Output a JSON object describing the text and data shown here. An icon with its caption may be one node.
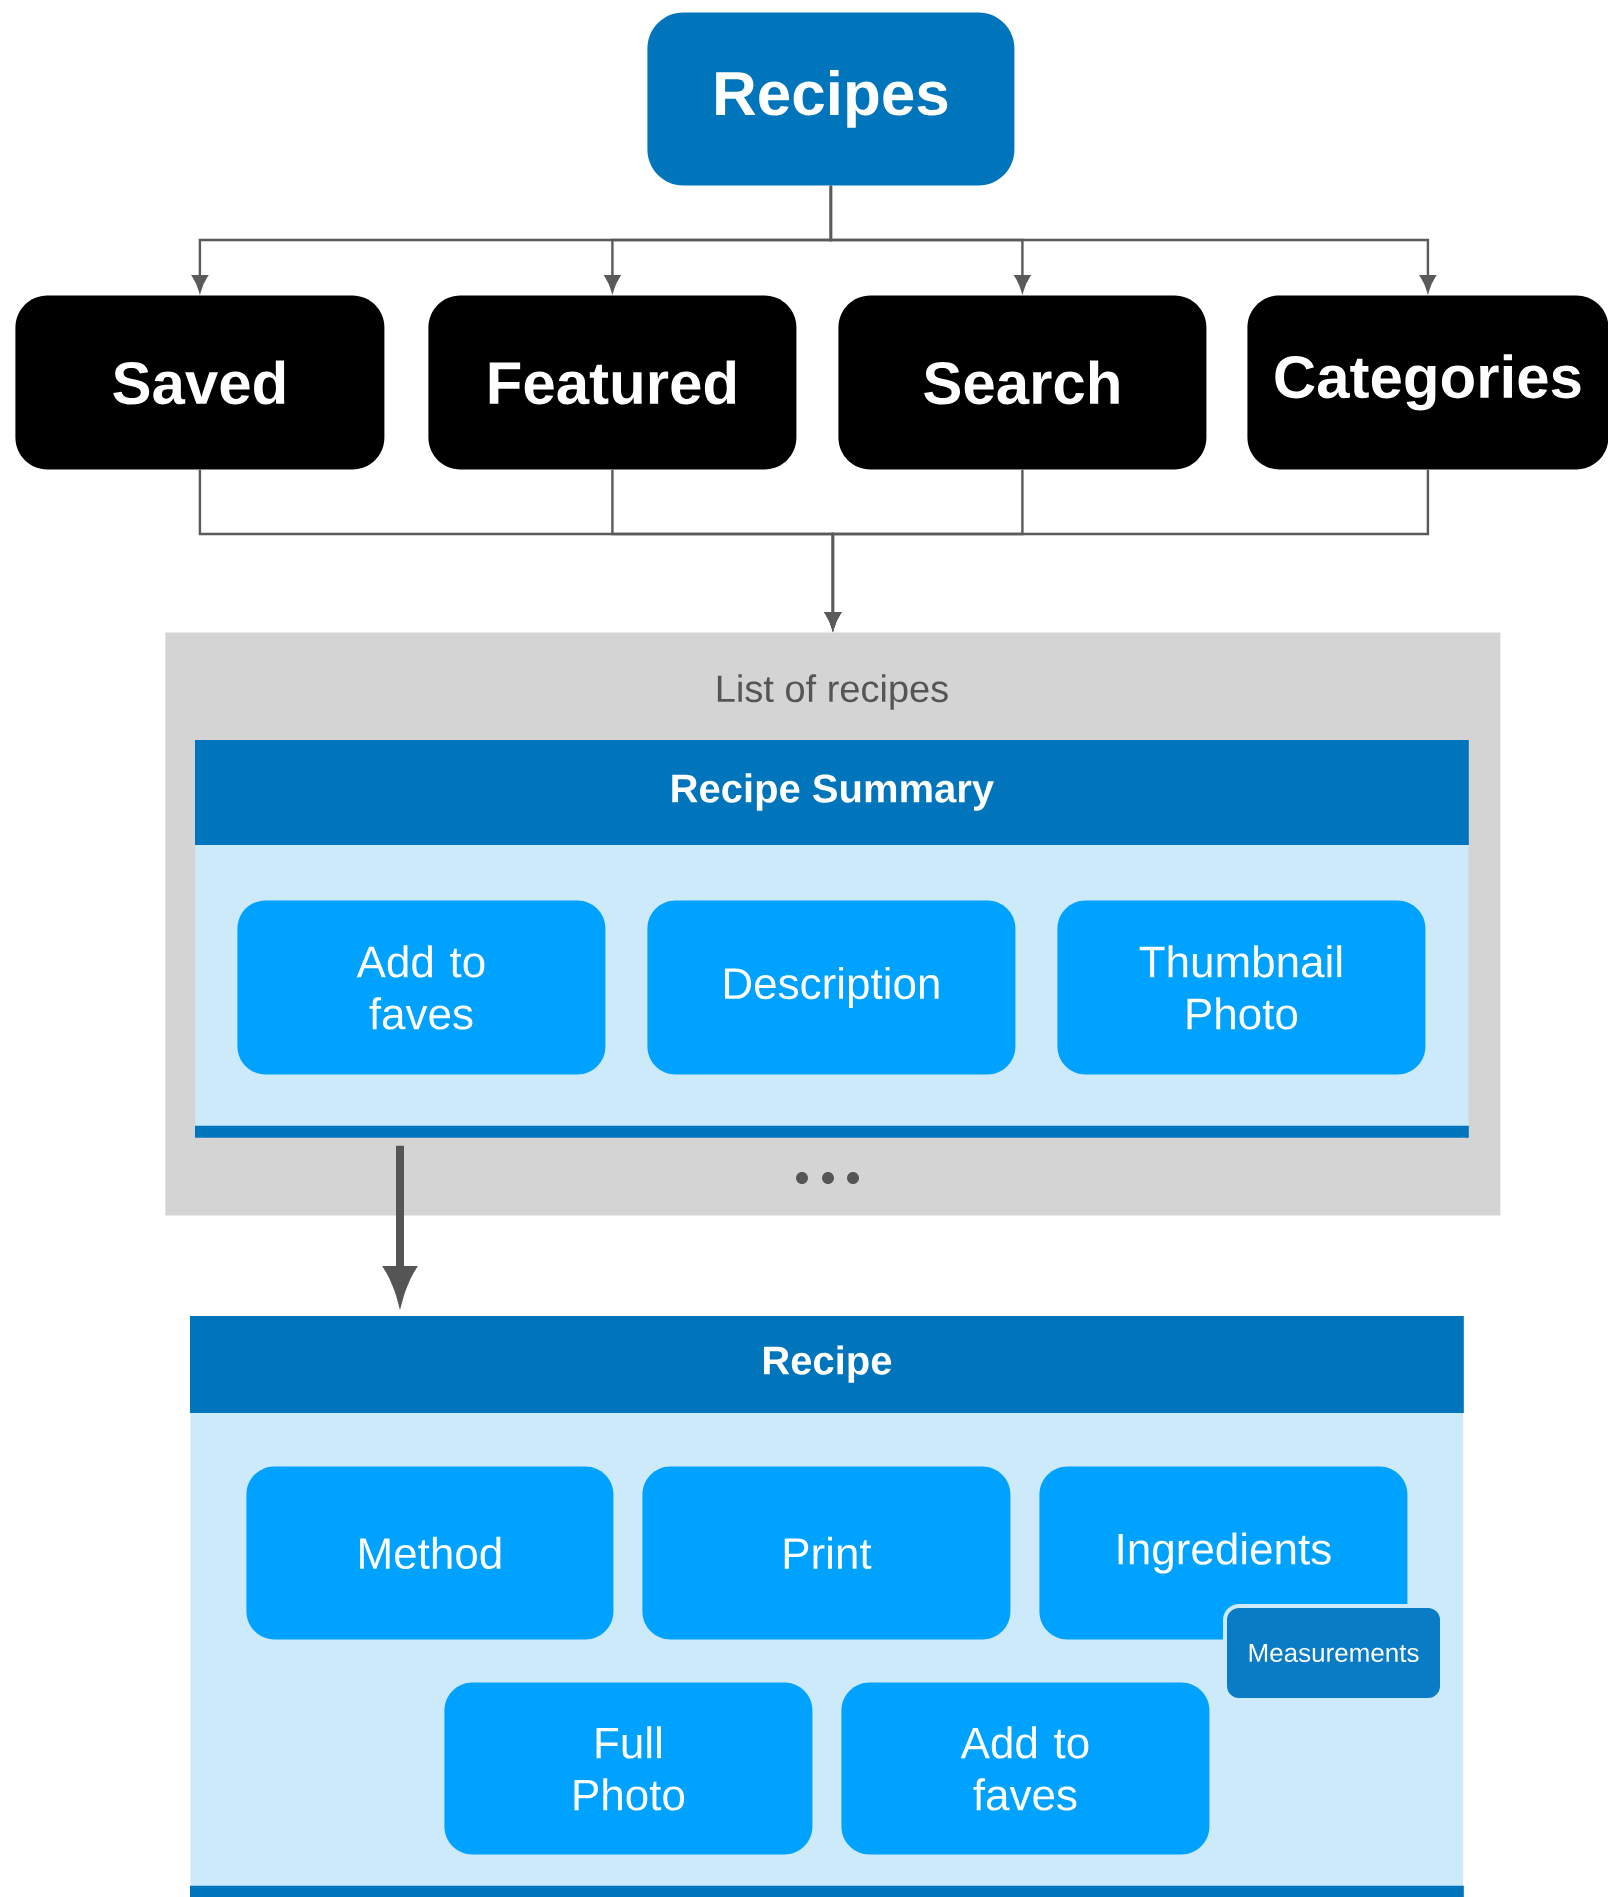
{
  "diagram": {
    "nodes": [
      {
        "text": [
          "Recipes"
        ]
      },
      {
        "text": [
          "Saved"
        ]
      },
      {
        "text": [
          "Featured"
        ]
      },
      {
        "text": [
          "Search"
        ]
      },
      {
        "text": [
          "Categories"
        ]
      },
      {
        "text": [
          "List of recipes"
        ]
      },
      {
        "text": [
          "Recipe Summary"
        ],
        "in": 5
      },
      {
        "text": [
          "Add to faves"
        ],
        "in": 6
      },
      {
        "text": [
          "Description"
        ],
        "in": 6
      },
      {
        "text": [
          "Thumbnail Photo"
        ],
        "in": 6
      },
      {
        "text": [
          "Recipe"
        ]
      },
      {
        "text": [
          "Method"
        ],
        "in": 10
      },
      {
        "text": [
          "Print"
        ],
        "in": 10
      },
      {
        "text": [
          "Ingredients"
        ],
        "in": 10
      },
      {
        "text": [
          "Measurements"
        ],
        "in": 10
      },
      {
        "text": [
          "Full Photo"
        ],
        "in": 10
      },
      {
        "text": [
          "Add to faves"
        ],
        "in": 10
      }
    ],
    "edges": [
      {
        "from": 0,
        "to": 1,
        "arrow": "to"
      },
      {
        "from": 0,
        "to": 2,
        "arrow": "to"
      },
      {
        "from": 0,
        "to": 3,
        "arrow": "to"
      },
      {
        "from": 0,
        "to": 4,
        "arrow": "to"
      },
      {
        "from": 1,
        "to": 5,
        "arrow": "to"
      },
      {
        "from": 2,
        "to": 5,
        "arrow": "to"
      },
      {
        "from": 3,
        "to": 5,
        "arrow": "to"
      },
      {
        "from": 4,
        "to": 5,
        "arrow": "to"
      },
      {
        "from": 6,
        "to": 10,
        "arrow": "to",
        "style": "thick",
        "color": "#555555"
      }
    ]
  }
}
